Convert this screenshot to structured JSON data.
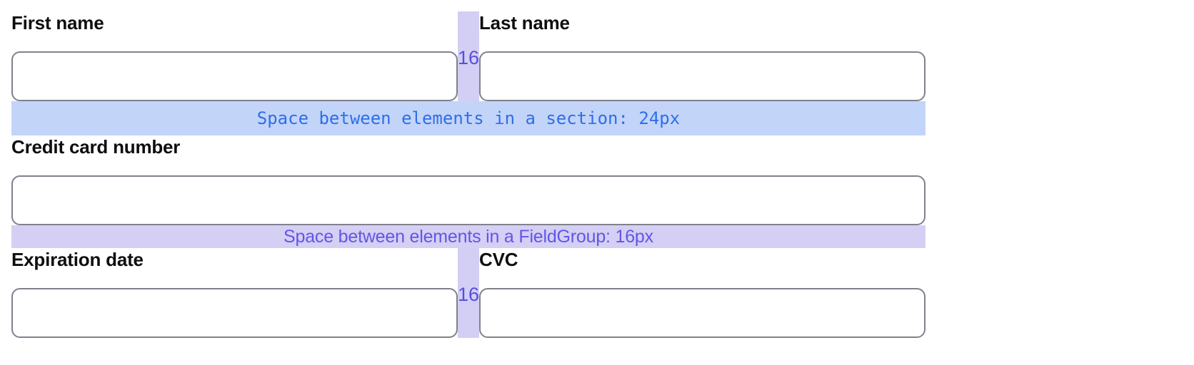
{
  "colors": {
    "section_band_bg": "#c3d4f9",
    "section_band_text": "#2e6fe8",
    "fieldgroup_band_bg": "#d4cff3",
    "fieldgroup_band_text": "#6156e8",
    "column_gap_band_bg": "#d3cef3",
    "column_gap_text": "#564ede",
    "input_border": "#81818c",
    "label_text": "#0e0e11"
  },
  "annotations": {
    "section_spacing": "Space between elements in a section: 24px",
    "fieldgroup_spacing": "Space between elements in a FieldGroup: 16px",
    "column_gap": "16"
  },
  "fields": {
    "first_name": {
      "label": "First name",
      "value": ""
    },
    "last_name": {
      "label": "Last name",
      "value": ""
    },
    "credit_card_number": {
      "label": "Credit card number",
      "value": ""
    },
    "expiration_date": {
      "label": "Expiration date",
      "value": ""
    },
    "cvc": {
      "label": "CVC",
      "value": ""
    }
  }
}
